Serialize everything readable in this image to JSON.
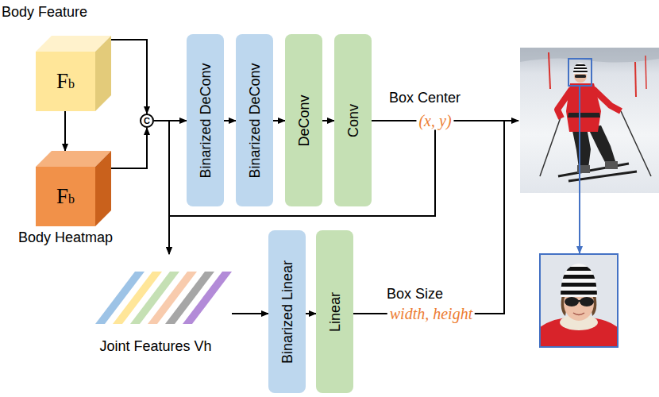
{
  "diagram": {
    "nodes": [
      {
        "text": [
          "Body Feature",
          "Fb"
        ]
      },
      {
        "text": [
          "Fb",
          "Body Heatmap"
        ]
      },
      {
        "text": [
          "C"
        ]
      },
      {
        "text": [
          "Binarized DeConv"
        ]
      },
      {
        "text": [
          "Binarized DeConv"
        ]
      },
      {
        "text": [
          "DeConv"
        ]
      },
      {
        "text": [
          "Conv"
        ]
      },
      {
        "text": [
          "Joint Features Vh"
        ]
      },
      {
        "text": [
          "Binarized Linear"
        ]
      },
      {
        "text": [
          "Linear"
        ]
      }
    ],
    "edges": [
      {
        "from": 0,
        "to": 1,
        "arrow": "to"
      },
      {
        "from": 0,
        "to": 2,
        "arrow": "to"
      },
      {
        "from": 1,
        "to": 2,
        "arrow": "to"
      },
      {
        "from": 2,
        "to": 3,
        "arrow": "to"
      },
      {
        "from": 3,
        "to": 4,
        "arrow": "to"
      },
      {
        "from": 4,
        "to": 5,
        "arrow": "to"
      },
      {
        "from": 5,
        "to": 6,
        "arrow": "to"
      },
      {
        "from": 2,
        "to": 7,
        "arrow": "to"
      },
      {
        "from": 6,
        "to": 7,
        "arrow": "to"
      },
      {
        "from": 7,
        "to": 8,
        "arrow": "to"
      },
      {
        "from": 8,
        "to": 9,
        "arrow": "to"
      }
    ],
    "labels": [
      "Box Center",
      "(x, y)",
      "Box Size",
      "width, height"
    ]
  }
}
